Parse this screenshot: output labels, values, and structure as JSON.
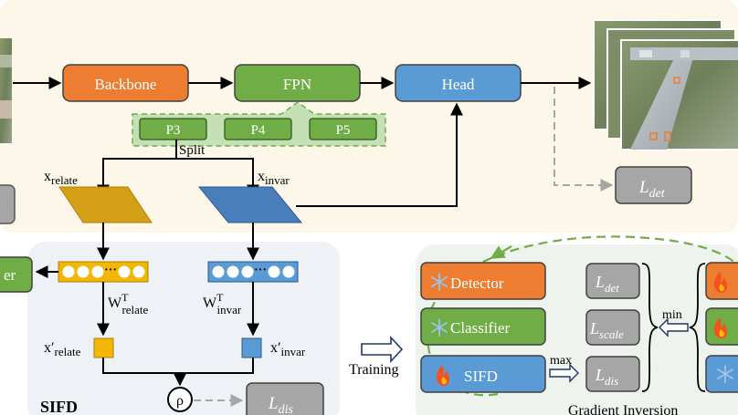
{
  "pipeline": {
    "backbone": "Backbone",
    "fpn": "FPN",
    "head": "Head",
    "p3": "P3",
    "p4": "P4",
    "p5": "P5",
    "split": "Split",
    "loss_det": "L",
    "loss_det_sub": "det"
  },
  "features": {
    "x_relate": "x",
    "x_relate_sub": "relate",
    "x_invar": "x",
    "x_invar_sub": "invar",
    "w_relate": "W",
    "w_relate_sup": "T",
    "w_relate_sub": "relate",
    "w_invar": "W",
    "w_invar_sup": "T",
    "w_invar_sub": "invar",
    "xp_relate": "x′",
    "xp_relate_sub": "relate",
    "xp_invar": "x′",
    "xp_invar_sub": "invar",
    "rho": "ρ",
    "loss_dis": "L",
    "loss_dis_sub": "dis",
    "classifier_partial": "er",
    "module_label": "SIFD",
    "dots": "···"
  },
  "training": {
    "label": "Training",
    "detector": "Detector",
    "classifier": "Classifier",
    "sifd": "SIFD",
    "max": "max",
    "min": "min",
    "loss_det": "L",
    "loss_det_sub": "det",
    "loss_scale": "L",
    "loss_scale_sub": "scale",
    "loss_dis": "L",
    "loss_dis_sub": "dis",
    "gradient_inversion": "Gradient Inversion"
  },
  "colors": {
    "orange": "#ED7D31",
    "green": "#70AD47",
    "blue": "#5B9BD5",
    "gray": "#A6A6A6",
    "gold": "#D4A017",
    "steel": "#4A7EBB",
    "panel_top": "#FCF7E9",
    "panel_sifd": "#EEF2F7",
    "panel_train": "#EEF3EE"
  }
}
